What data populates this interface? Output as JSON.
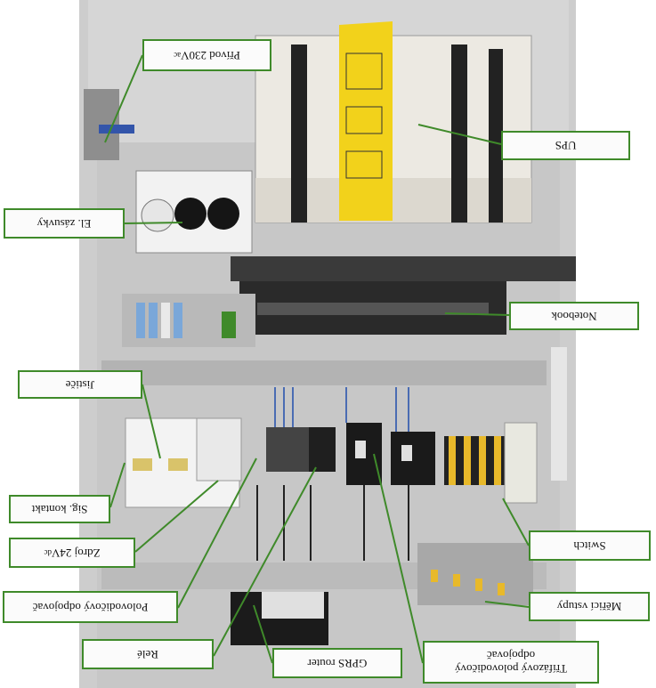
{
  "labels": {
    "privod": "Přívod 230V",
    "privod_sup": "ac",
    "ups": "UPS",
    "zasuvky": "El. zásuvky",
    "notebook": "Notebook",
    "jistice": "Jističe",
    "sig_kontakt": "Sig. kontakt",
    "zdroj": "Zdroj 24V",
    "zdroj_sup": "dc",
    "switch": "Switch",
    "polovodicovy": "Polovodičový odpojovač",
    "merici": "Měřicí vstupy",
    "rele": "Relé",
    "gprs": "GPRS router",
    "trifazovy_line1": "Třífázový polovodičový",
    "trifazovy_line2": "odpojovač"
  },
  "colors": {
    "callout_border": "#3f8a2a",
    "leader_line": "#3f8a2a",
    "callout_fill": "#fbfbfb",
    "ups_label": "#f2d21b"
  }
}
